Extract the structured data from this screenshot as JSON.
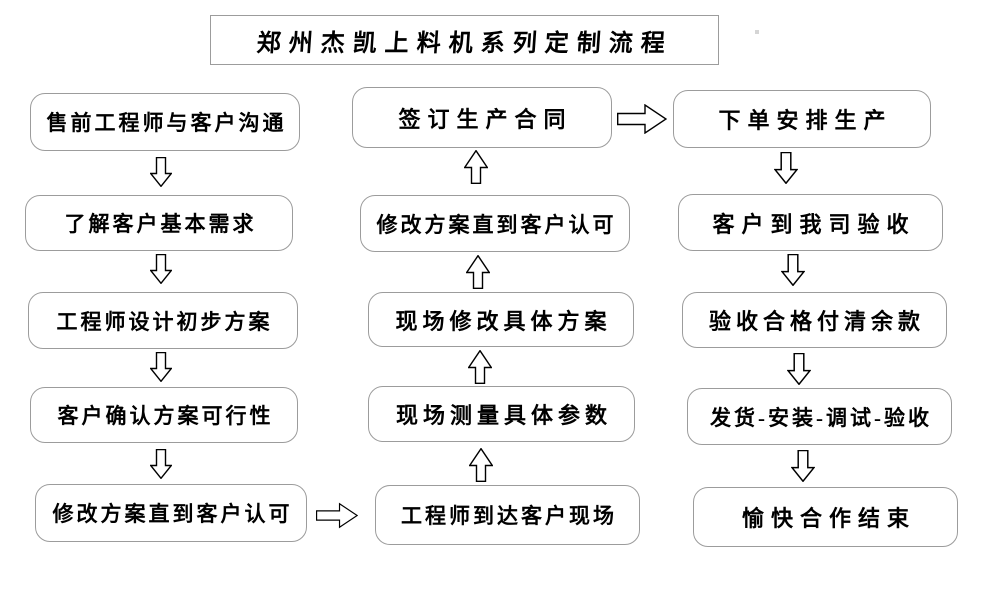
{
  "title": "郑州杰凯上料机系列定制流程",
  "left_steps": [
    "售前工程师与客户沟通",
    "了解客户基本需求",
    "工程师设计初步方案",
    "客户确认方案可行性",
    "修改方案直到客户认可"
  ],
  "middle_steps": [
    "签订生产合同",
    "修改方案直到客户认可",
    "现场修改具体方案",
    "现场测量具体参数",
    "工程师到达客户现场"
  ],
  "right_steps": [
    "下单安排生产",
    "客户到我司验收",
    "验收合格付清余款",
    "发货-安装-调试-验收",
    "愉快合作结束"
  ],
  "colors": {
    "background": "#ffffff",
    "box_border": "#9c9c9c",
    "text": "#000000",
    "arrow_outline": "#000000",
    "arrow_fill": "#ffffff"
  }
}
